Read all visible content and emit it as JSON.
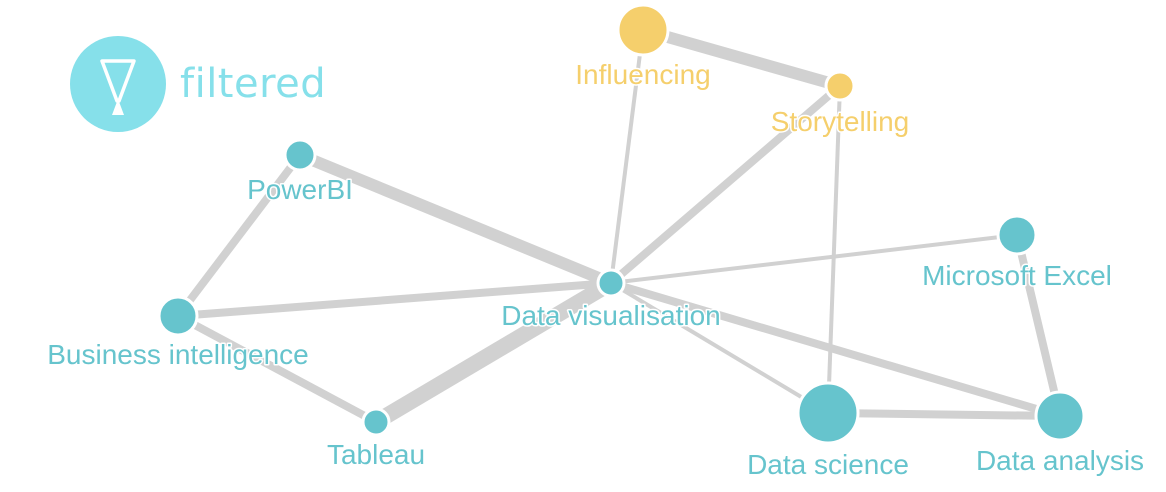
{
  "logo": {
    "text": "filtered",
    "color": "#86e0ea",
    "icon": "funnel-icon"
  },
  "colors": {
    "teal": "#66c4cd",
    "gold": "#f5cf6c",
    "edge": "#d1d1d1"
  },
  "nodes": [
    {
      "id": "influencing",
      "label": "Influencing",
      "group": "gold"
    },
    {
      "id": "storytelling",
      "label": "Storytelling",
      "group": "gold"
    },
    {
      "id": "powerbi",
      "label": "PowerBI",
      "group": "teal"
    },
    {
      "id": "data-visualisation",
      "label": "Data visualisation",
      "group": "teal"
    },
    {
      "id": "microsoft-excel",
      "label": "Microsoft Excel",
      "group": "teal"
    },
    {
      "id": "business-intelligence",
      "label": "Business intelligence",
      "group": "teal"
    },
    {
      "id": "tableau",
      "label": "Tableau",
      "group": "teal"
    },
    {
      "id": "data-science",
      "label": "Data science",
      "group": "teal"
    },
    {
      "id": "data-analysis",
      "label": "Data analysis",
      "group": "teal"
    }
  ],
  "edges": [
    {
      "source": "influencing",
      "target": "storytelling",
      "weight": 3
    },
    {
      "source": "influencing",
      "target": "data-visualisation",
      "weight": 1
    },
    {
      "source": "storytelling",
      "target": "data-visualisation",
      "weight": 2
    },
    {
      "source": "storytelling",
      "target": "data-science",
      "weight": 1
    },
    {
      "source": "powerbi",
      "target": "data-visualisation",
      "weight": 3
    },
    {
      "source": "powerbi",
      "target": "business-intelligence",
      "weight": 2
    },
    {
      "source": "business-intelligence",
      "target": "data-visualisation",
      "weight": 2
    },
    {
      "source": "business-intelligence",
      "target": "tableau",
      "weight": 2
    },
    {
      "source": "tableau",
      "target": "data-visualisation",
      "weight": 4
    },
    {
      "source": "data-visualisation",
      "target": "microsoft-excel",
      "weight": 1
    },
    {
      "source": "data-visualisation",
      "target": "data-science",
      "weight": 1
    },
    {
      "source": "data-visualisation",
      "target": "data-analysis",
      "weight": 2
    },
    {
      "source": "microsoft-excel",
      "target": "data-analysis",
      "weight": 2
    },
    {
      "source": "data-science",
      "target": "data-analysis",
      "weight": 2
    }
  ]
}
